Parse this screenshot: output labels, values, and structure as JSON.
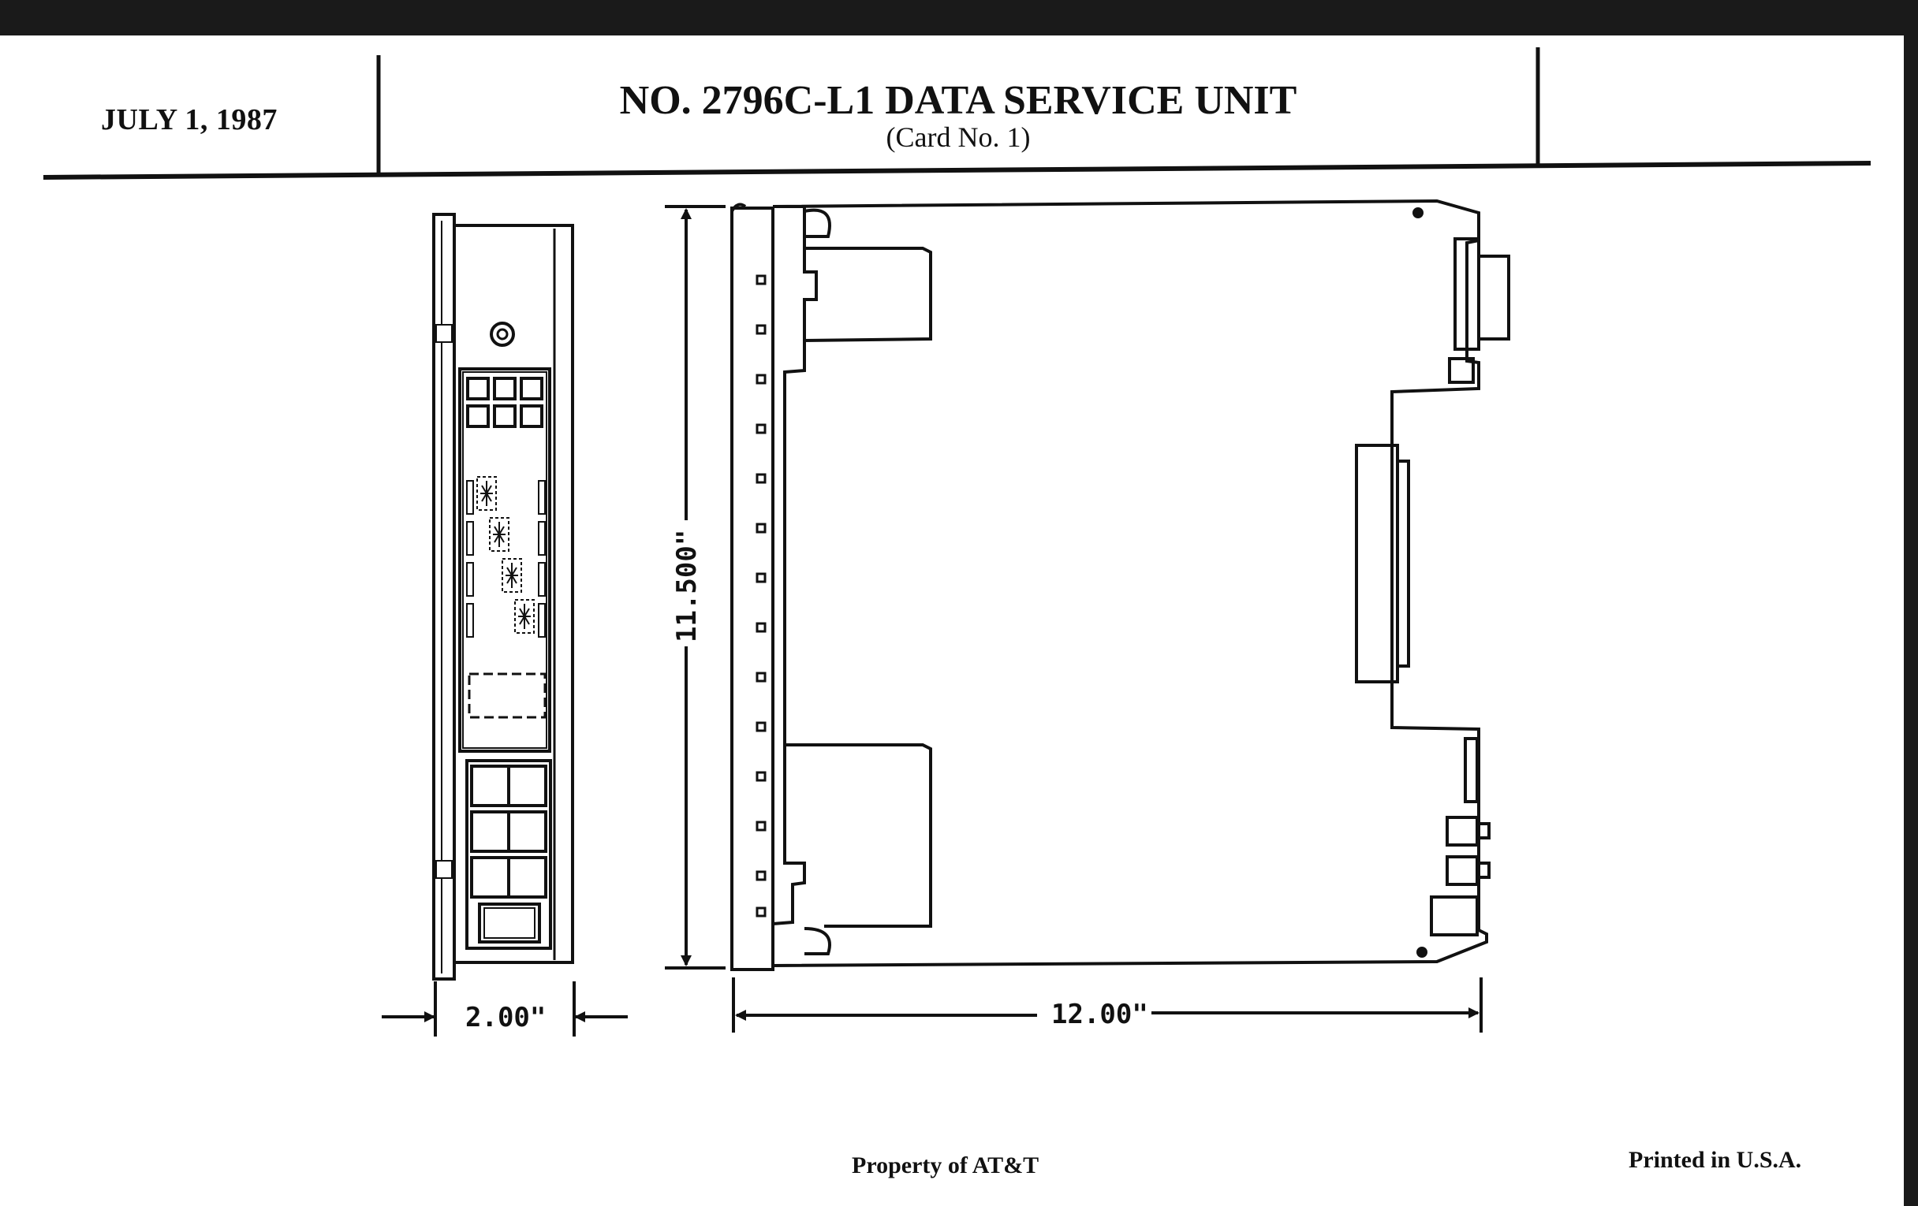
{
  "header": {
    "date": "JULY 1, 1987",
    "title": "NO. 2796C-L1 DATA SERVICE UNIT",
    "subtitle": "(Card No. 1)"
  },
  "dimensions": {
    "width_label": "2.00\"",
    "height_label": "11.500\"",
    "depth_label": "12.00\""
  },
  "footer": {
    "property": "Property of AT&T",
    "printed": "Printed in U.S.A."
  }
}
